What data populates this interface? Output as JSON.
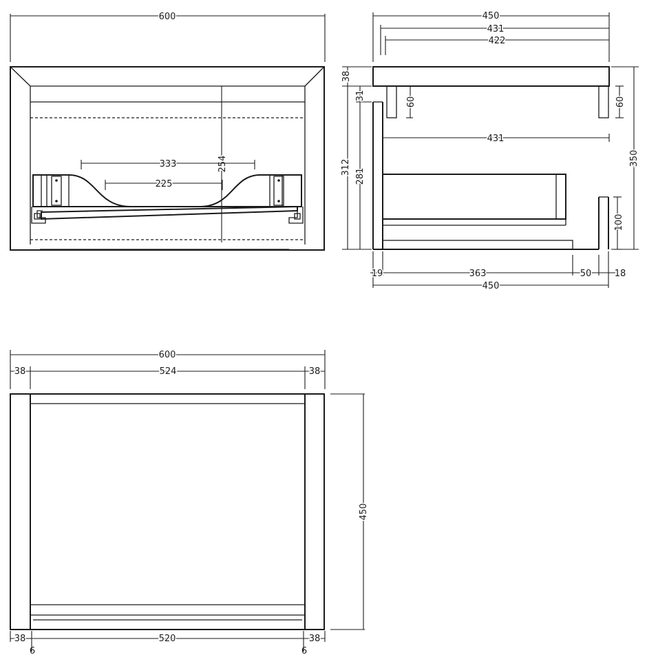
{
  "front_view": {
    "overall_width": "600",
    "basin_outer_width": "333",
    "basin_inner_width": "225",
    "drawer_depth": "254"
  },
  "side_view": {
    "overall_depth": "450",
    "depth_431": "431",
    "depth_422": "422",
    "top_thickness": "38",
    "top_gap": "31",
    "panel_height_left": "60",
    "panel_height_right": "60",
    "inner_depth": "431",
    "total_height": "350",
    "side_height": "312",
    "drawer_height": "281",
    "leg_height": "100",
    "dim_19": "19",
    "dim_363": "363",
    "dim_50": "50",
    "dim_18": "18",
    "bottom_depth": "450"
  },
  "top_view": {
    "overall_width": "600",
    "left_side": "38",
    "inner_width": "524",
    "right_side": "38",
    "depth": "450",
    "bottom_left_side": "38",
    "bottom_inner_width": "520",
    "bottom_right_side": "38",
    "corner_left": "6",
    "corner_right": "6"
  }
}
